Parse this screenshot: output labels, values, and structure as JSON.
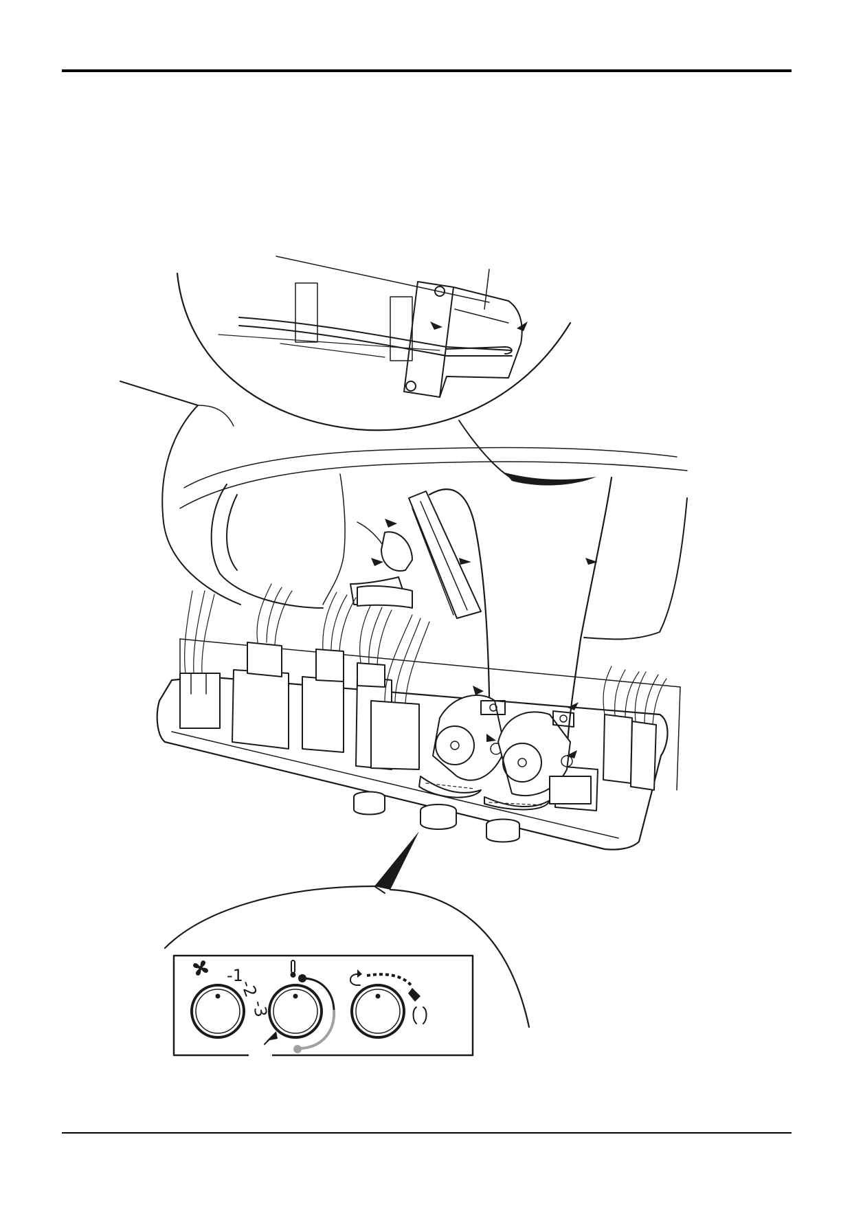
{
  "diagram": {
    "panel_labels": {
      "fan_speed_1": "-1",
      "fan_speed_2": "-2",
      "fan_speed_3": "-3"
    },
    "colors": {
      "ink": "#1a1a1a",
      "grey_arc": "#a0a0a0",
      "background": "#ffffff"
    },
    "icons": [
      "fan-icon",
      "temperature-icon",
      "air-distribution-icon",
      "release-arrow-icon"
    ]
  }
}
